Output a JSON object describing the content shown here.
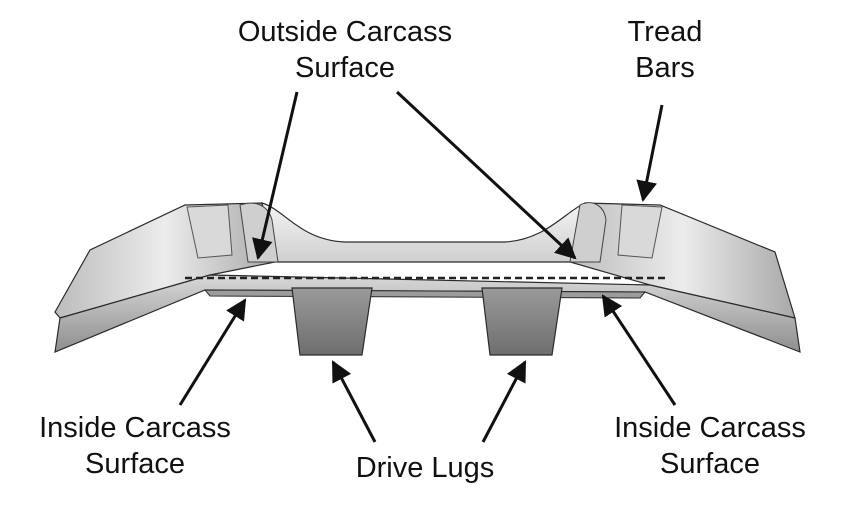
{
  "labels": {
    "outside_carcass": {
      "line1": "Outside Carcass",
      "line2": "Surface"
    },
    "tread_bars": {
      "line1": "Tread",
      "line2": "Bars"
    },
    "inside_carcass_left": {
      "line1": "Inside Carcass",
      "line2": "Surface"
    },
    "drive_lugs": {
      "line1": "Drive Lugs"
    },
    "inside_carcass_right": {
      "line1": "Inside Carcass",
      "line2": "Surface"
    }
  },
  "colors": {
    "arrow": "#111111",
    "shape_light": "#e6e6e6",
    "shape_mid": "#bdbdbd",
    "shape_dark": "#7a7a7a",
    "outline": "#2b2b2b"
  }
}
